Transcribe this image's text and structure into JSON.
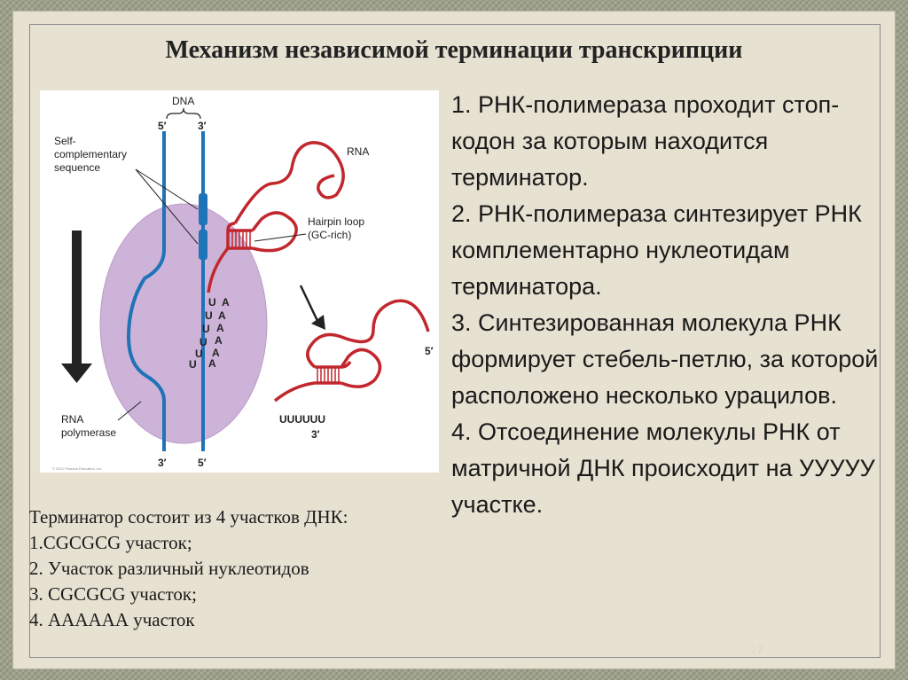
{
  "title": "Механизм независимой терминации транскрипции",
  "figure": {
    "dna_label": "DNA",
    "dna_top_5": "5′",
    "dna_top_3": "3′",
    "self_comp_line1": "Self-",
    "self_comp_line2": "complementary",
    "self_comp_line3": "sequence",
    "rna_label": "RNA",
    "hairpin_line1": "Hairpin loop",
    "hairpin_line2": "(GC-rich)",
    "rna_pol_line1": "RNA",
    "rna_pol_line2": "polymerase",
    "dna_bottom_3": "3′",
    "dna_bottom_5": "5′",
    "released_5": "5′",
    "released_3": "3′",
    "released_u": "UUUUUU",
    "copyright": "© 2012 Pearson Education, Inc.",
    "u_bases": [
      "U",
      "U",
      "U",
      "U",
      "U",
      "U"
    ],
    "a_bases": [
      "A",
      "A",
      "A",
      "A",
      "A",
      "A"
    ],
    "colors": {
      "polymerase": "#cdb3d8",
      "dna": "#1f73b7",
      "rna": "#c1272d",
      "arrow": "#222222"
    }
  },
  "steps": [
    "1. РНК-полимераза проходит стоп-кодон за которым находится терминатор.",
    "2. РНК-полимераза синтезирует РНК комплементарно нуклеотидам терминатора.",
    "3. Синтезированная молекула РНК  формирует стебель-петлю, за которой расположено несколько урацилов.",
    "4. Отсоединение молекулы РНК от матричной ДНК происходит на УУУУУ участке."
  ],
  "notes": [
    "Терминатор состоит из 4 участков ДНК:",
    "1.CGCGCG участок;",
    "2. Участок различный нуклеотидов",
    "3. CGCGCG участок;",
    "4. АААААА участок"
  ],
  "slide_number": "17"
}
